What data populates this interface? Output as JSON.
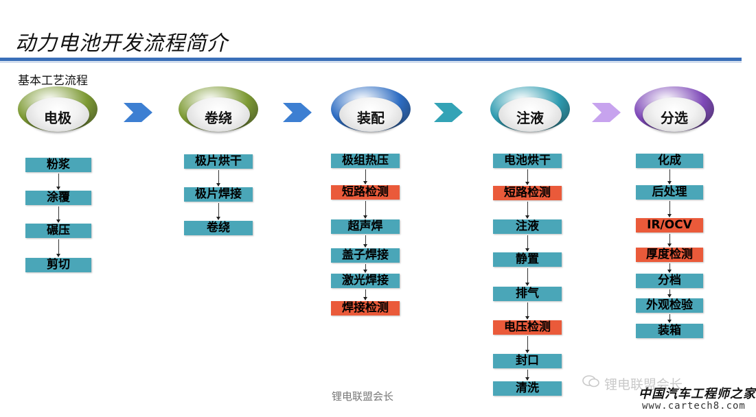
{
  "title": "动力电池开发流程简介",
  "subtitle": "基本工艺流程",
  "stages": [
    {
      "label": "电极",
      "color": "#7d9a34"
    },
    {
      "label": "卷绕",
      "color": "#7d9a34"
    },
    {
      "label": "装配",
      "color": "#2d6cc2"
    },
    {
      "label": "注液",
      "color": "#2e9bb0"
    },
    {
      "label": "分选",
      "color": "#7e49b8"
    }
  ],
  "arrows": [
    {
      "color": "#3d7fd2"
    },
    {
      "color": "#3d7fd2"
    },
    {
      "color": "#33a3b6"
    },
    {
      "color": "#c7a3ee"
    }
  ],
  "columns": [
    {
      "steps": [
        {
          "label": "粉浆",
          "highlight": false
        },
        {
          "label": "涂覆",
          "highlight": false
        },
        {
          "label": "碾压",
          "highlight": false
        },
        {
          "label": "剪切",
          "highlight": false
        }
      ]
    },
    {
      "steps": [
        {
          "label": "极片烘干",
          "highlight": false
        },
        {
          "label": "极片焊接",
          "highlight": false
        },
        {
          "label": "卷绕",
          "highlight": false
        }
      ]
    },
    {
      "steps": [
        {
          "label": "极组热压",
          "highlight": false
        },
        {
          "label": "短路检测",
          "highlight": true
        },
        {
          "label": "超声焊",
          "highlight": false
        },
        {
          "label": "盖子焊接",
          "highlight": false
        },
        {
          "label": "激光焊接",
          "highlight": false
        },
        {
          "label": "焊接检测",
          "highlight": true
        }
      ]
    },
    {
      "steps": [
        {
          "label": "电池烘干",
          "highlight": false
        },
        {
          "label": "短路检测",
          "highlight": true
        },
        {
          "label": "注液",
          "highlight": false
        },
        {
          "label": "静置",
          "highlight": false
        },
        {
          "label": "排气",
          "highlight": false
        },
        {
          "label": "电压检测",
          "highlight": true
        },
        {
          "label": "封口",
          "highlight": false
        },
        {
          "label": "清洗",
          "highlight": false
        }
      ]
    },
    {
      "steps": [
        {
          "label": "化成",
          "highlight": false
        },
        {
          "label": "后处理",
          "highlight": false
        },
        {
          "label": "IR/OCV",
          "highlight": true
        },
        {
          "label": "厚度检测",
          "highlight": true
        },
        {
          "label": "分档",
          "highlight": false
        },
        {
          "label": "外观检验",
          "highlight": false
        },
        {
          "label": "装箱",
          "highlight": false
        }
      ]
    }
  ],
  "footer": "锂电联盟会长",
  "watermark": {
    "wechat_name": "锂电联盟会长",
    "site_name": "中国汽车工程师之家",
    "site_url": "www.cartech8.com"
  }
}
